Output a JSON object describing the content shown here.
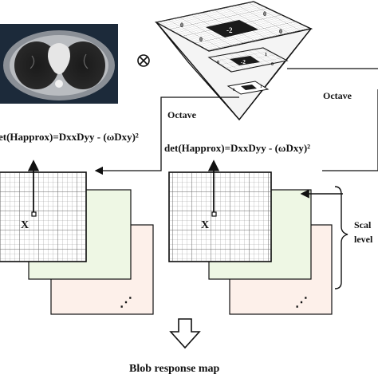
{
  "labels": {
    "octave_top": "Octave",
    "octave_mid": "Octave",
    "formula_left": "et(Happrox)=DxxDyy - (ωDxy)²",
    "formula_right": "det(Happrox)=DxxDyy - (ωDxy)²",
    "x_left": "X",
    "x_right": "X",
    "scale_level_1": "Scal",
    "scale_level_2": "level",
    "blob_map": "Blob response map",
    "ellipsis_left": "⋰",
    "ellipsis_right": "⋰"
  },
  "filter_cells": {
    "top_minus2": "-2",
    "top_zeros": [
      "0",
      "0",
      "0",
      "0"
    ],
    "mid_minus2": "-2",
    "mid_zeros": [
      "0",
      "1",
      "0"
    ],
    "low_values": [
      "0",
      "1"
    ]
  },
  "icons": {
    "tensor": "circled-times-icon",
    "down_arrow": "hollow-down-arrow-icon"
  },
  "colors": {
    "stack_front": "#ffffff",
    "stack_mid": "#eef7e4",
    "stack_back": "#fdf0ea",
    "grid_line": "#8a8a8a",
    "ink": "#111111"
  }
}
